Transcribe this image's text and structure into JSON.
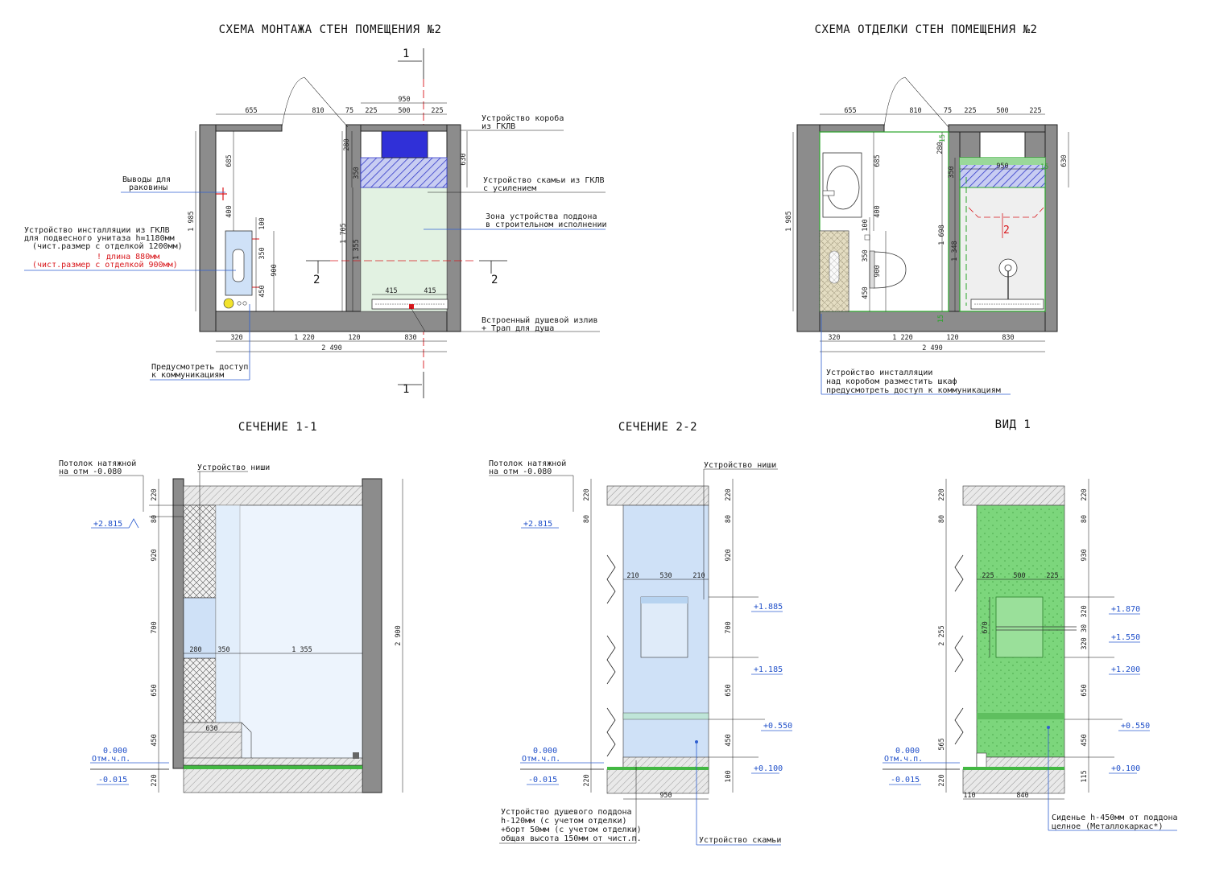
{
  "titles": {
    "plan1": "СХЕМА МОНТАЖА СТЕН ПОМЕЩЕНИЯ №2",
    "plan2": "СХЕМА ОТДЕЛКИ СТЕН ПОМЕЩЕНИЯ №2",
    "sec11": "СЕЧЕНИЕ 1-1",
    "sec22": "СЕЧЕНИЕ 2-2",
    "view1": "ВИД 1"
  },
  "markers": {
    "one": "1",
    "two": "2"
  },
  "plan1": {
    "notes": {
      "box_l1": "Устройство короба",
      "box_l2": "из ГКЛВ",
      "bench_l1": "Устройство скамьи из ГКЛВ",
      "bench_l2": "с усилением",
      "tray_l1": "Зона устройства поддона",
      "tray_l2": "в строительном исполнении",
      "sink_l1": "Выводы для",
      "sink_l2": "раковины",
      "inst_l1": "Устройство инсталляции из ГКЛВ",
      "inst_l2": "для подвесного унитаза h=1180мм",
      "inst_l3": "(чист.размер с отделкой 1200мм)",
      "inst_r1": "! длина 880мм",
      "inst_r2": "(чист.размер с отделкой 900мм)",
      "spout_l1": "Встроенный душевой излив",
      "spout_l2": "+ Трап для душа",
      "access_l1": "Предусмотреть доступ",
      "access_l2": "к коммуникациям"
    },
    "dims": {
      "d655": "655",
      "d810": "810",
      "d75": "75",
      "d225a": "225",
      "d500": "500",
      "d225b": "225",
      "d950": "950",
      "d1985": "1 985",
      "d685": "685",
      "d400": "400",
      "d100": "100",
      "d350": "350",
      "d900": "900",
      "d450": "450",
      "d280": "280",
      "d350b": "350",
      "d1705": "1 705",
      "d1355": "1 355",
      "d630": "630",
      "d415a": "415",
      "d415b": "415",
      "d320": "320",
      "d1220": "1 220",
      "d120": "120",
      "d830": "830",
      "d2490": "2 490"
    }
  },
  "plan2": {
    "notes": {
      "l1": "Устройство инсталляции",
      "l2": "над коробом разместить шкаф",
      "l3": "предусмотреть доступ к коммуникациям"
    },
    "dims": {
      "d655": "655",
      "d810": "810",
      "d75": "75",
      "d225a": "225",
      "d500": "500",
      "d225b": "225",
      "d950": "950",
      "d1985": "1 985",
      "d685": "685",
      "d400": "400",
      "d100": "100",
      "d350": "350",
      "d900": "900",
      "d450": "450",
      "d280": "280",
      "d15a": "15",
      "d350b": "350",
      "d1698": "1 698",
      "d1348": "1 348",
      "d630": "630",
      "d15b": "15",
      "d15c": "15",
      "d320": "320",
      "d1220": "1 220",
      "d120": "120",
      "d830": "830",
      "d2490": "2 490"
    }
  },
  "sec11": {
    "ceil_l1": "Потолок натяжной",
    "ceil_l2": "на отм  -0.080",
    "niche": "Устройство ниши",
    "lvl2815": "+2.815",
    "lvl0": "0.000",
    "lvlfl": "Отм.ч.п.",
    "lvlm015": "-0.015",
    "dims": {
      "d220a": "220",
      "d80": "80",
      "d920": "920",
      "d700": "700",
      "d650": "650",
      "d450": "450",
      "d220b": "220",
      "d2900": "2 900",
      "d280": "280",
      "d350": "350",
      "d1355": "1 355",
      "d630": "630"
    }
  },
  "sec22": {
    "ceil_l1": "Потолок натяжной",
    "ceil_l2": "на отм  -0.080",
    "niche": "Устройство ниши",
    "lvl2815": "+2.815",
    "lvl1885": "+1.885",
    "lvl1185": "+1.185",
    "lvl0550": "+0.550",
    "lvl0100": "+0.100",
    "lvl0": "0.000",
    "lvlfl": "Отм.ч.п.",
    "lvlm015": "-0.015",
    "tray_l1": "Устройство душевого поддона",
    "tray_l2": "h-120мм (с учетом отделки)",
    "tray_l3": "+борт 50мм (с учетом отделки)",
    "tray_l4": "общая высота 150мм от чист.п.",
    "bench": "Устройство скамьи",
    "dims": {
      "d220a": "220",
      "d80": "80",
      "d920": "920",
      "d700": "700",
      "d650": "650",
      "d450": "450",
      "d100": "100",
      "d220b": "220",
      "d210a": "210",
      "d530": "530",
      "d210b": "210",
      "d950": "950"
    }
  },
  "view1": {
    "lvl1870": "+1.870",
    "lvl1550": "+1.550",
    "lvl1200": "+1.200",
    "lvl0550": "+0.550",
    "lvl0100": "+0.100",
    "lvl0": "0.000",
    "lvlfl": "Отм.ч.п.",
    "lvlm015": "-0.015",
    "seat_l1": "Сиденье h-450мм от поддона",
    "seat_l2": "целное (Металлокаркас*)",
    "dims": {
      "d220a": "220",
      "d80": "80",
      "d930": "930",
      "d320a": "320",
      "d30": "30",
      "d320b": "320",
      "d670": "670",
      "d650": "650",
      "d450": "450",
      "d565": "565",
      "d115": "115",
      "d220b": "220",
      "d2255": "2 255",
      "d225a": "225",
      "d500": "500",
      "d225b": "225",
      "d110": "110",
      "d840": "840"
    }
  },
  "colors": {
    "wall": "#8c8c8c",
    "note_blue": "#1f4fc9",
    "red": "#d8161b",
    "box_fill": "#3030d8",
    "tray_green": "#e2f2e2",
    "finish_green": "#72d072",
    "panel_blue": "#cfe1f7"
  }
}
